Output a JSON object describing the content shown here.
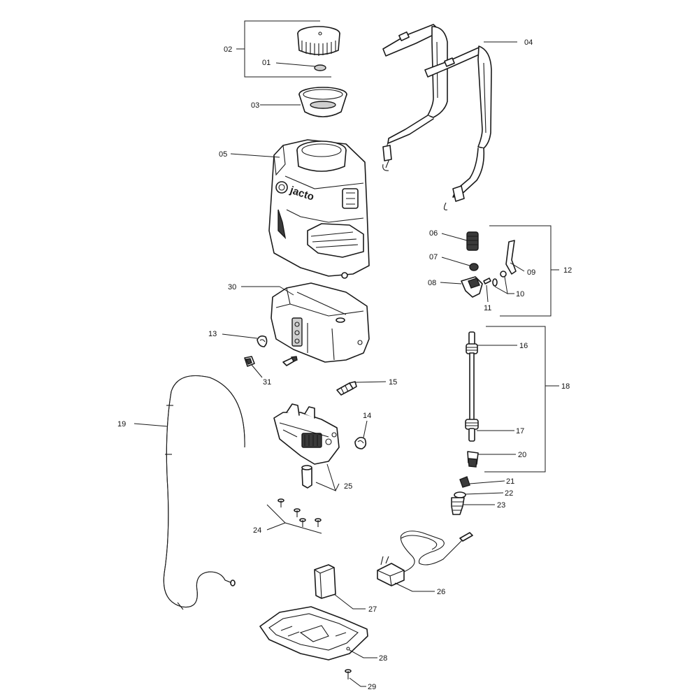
{
  "callouts": {
    "c01": "01",
    "c02": "02",
    "c03": "03",
    "c04": "04",
    "c05": "05",
    "c06": "06",
    "c07": "07",
    "c08": "08",
    "c09": "09",
    "c10": "10",
    "c11": "11",
    "c12": "12",
    "c13": "13",
    "c14": "14",
    "c15": "15",
    "c16": "16",
    "c17": "17",
    "c18": "18",
    "c19": "19",
    "c20": "20",
    "c21": "21",
    "c22": "22",
    "c23": "23",
    "c24": "24",
    "c25": "25",
    "c26": "26",
    "c27": "27",
    "c28": "28",
    "c29": "29",
    "c30": "30",
    "c31": "31"
  },
  "tank_logo": "jacto"
}
